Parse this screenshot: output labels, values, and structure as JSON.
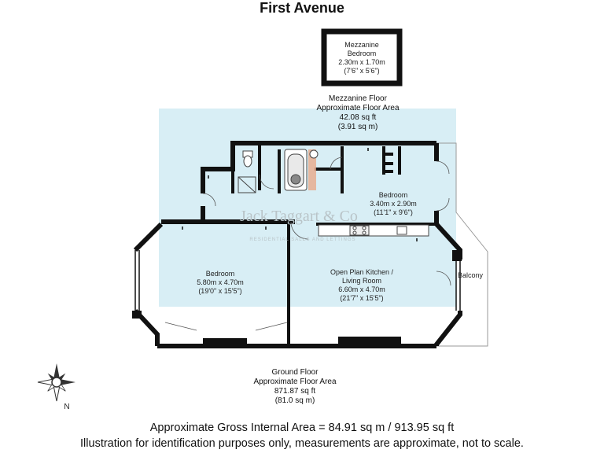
{
  "title": "First Avenue",
  "mezzanine": {
    "room": {
      "name_line1": "Mezzanine",
      "name_line2": "Bedroom",
      "metric": "2.30m x 1.70m",
      "imperial": "(7'6\" x 5'6\")"
    },
    "floor_label": "Mezzanine Floor",
    "area_label": "Approximate Floor Area",
    "area_sqft": "42.08 sq ft",
    "area_sqm": "(3.91 sq m)"
  },
  "ground": {
    "floor_label": "Ground Floor",
    "area_label": "Approximate Floor Area",
    "area_sqft": "871.87 sq ft",
    "area_sqm": "(81.0 sq m)",
    "rooms": {
      "bedroom_small": {
        "name": "Bedroom",
        "metric": "3.40m x 2.90m",
        "imperial": "(11'1\" x 9'6\")"
      },
      "bedroom_large": {
        "name": "Bedroom",
        "metric": "5.80m x 4.70m",
        "imperial": "(19'0\" x 15'5\")"
      },
      "kitchen_living": {
        "name_line1": "Open Plan Kitchen /",
        "name_line2": "Living Room",
        "metric": "6.60m x 4.70m",
        "imperial": "(21'7\" x 15'5\")"
      },
      "balcony": {
        "name": "Balcony"
      }
    }
  },
  "compass": {
    "label": "N"
  },
  "watermark": {
    "name": "Jack Taggart & Co",
    "tagline": "RESIDENTIAL SALES AND LETTINGS"
  },
  "footer": {
    "gross_area": "Approximate Gross Internal Area = 84.91 sq m / 913.95 sq ft",
    "disclaimer": "Illustration for identification purposes only, measurements are approximate, not to scale."
  },
  "colors": {
    "wall": "#111111",
    "highlight": "#d8eef5",
    "fixture": "#444444",
    "accent": "#e8a98a"
  }
}
